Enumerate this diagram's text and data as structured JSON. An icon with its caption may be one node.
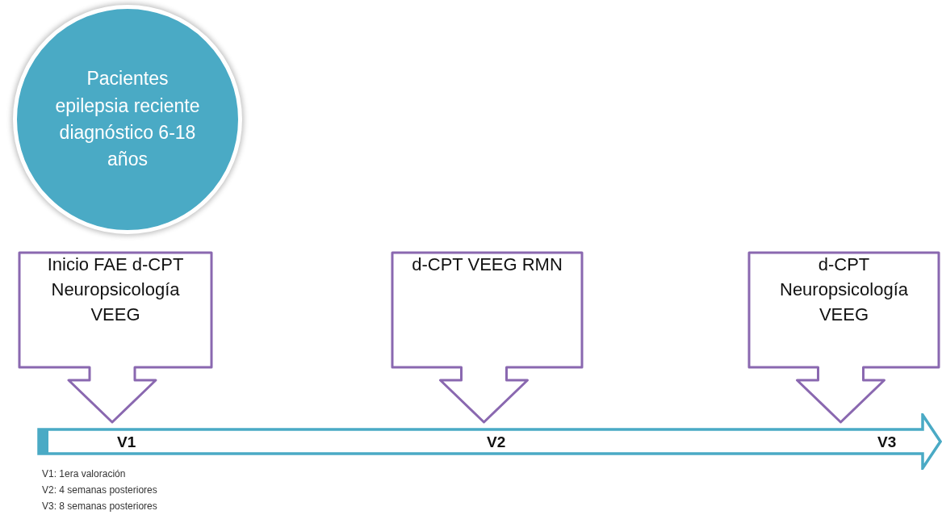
{
  "diagram": {
    "nodes": [
      {
        "text": [
          "Pacientes epilepsia reciente diagnóstico 6-18 años"
        ]
      },
      {
        "text": [
          "Inicio FAE d-CPT Neuropsicología VEEG"
        ]
      },
      {
        "text": [
          "d-CPT VEEG RMN"
        ]
      },
      {
        "text": [
          "d-CPT Neuropsicología VEEG"
        ]
      },
      {
        "text": [
          "V1",
          "V2",
          "V3"
        ]
      }
    ],
    "labels": [
      "V1: 1era valoración",
      "V2: 4 semanas posteriores",
      "V3: 8 semanas posteriores"
    ]
  }
}
